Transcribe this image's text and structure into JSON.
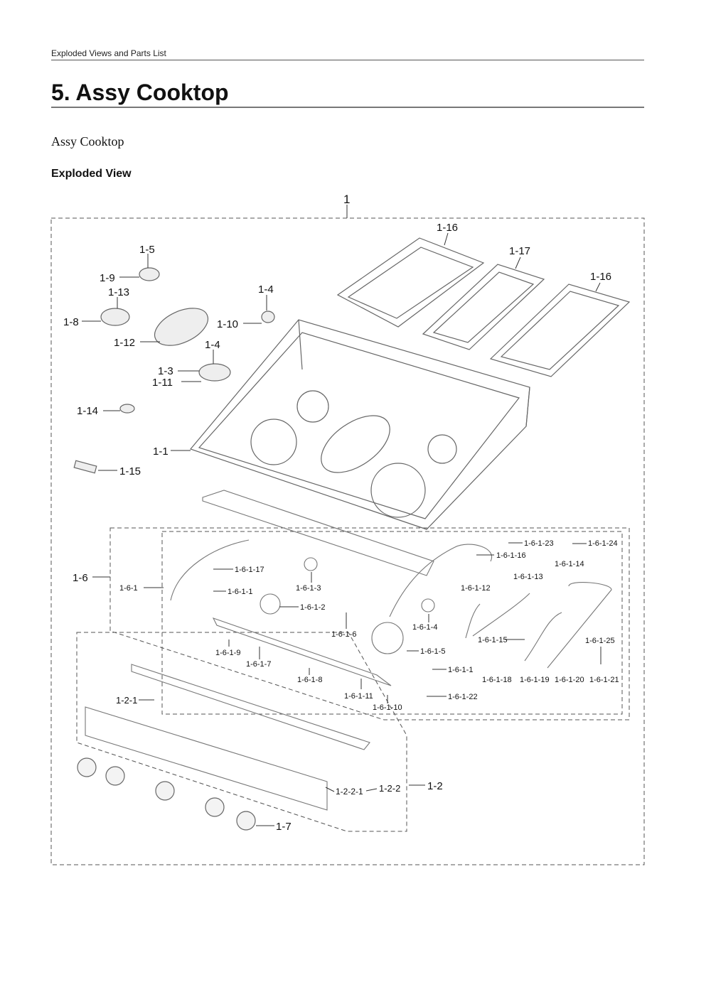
{
  "header": {
    "section": "Exploded Views and Parts List"
  },
  "page_title": "5.  Assy Cooktop",
  "subtitle": "Assy Cooktop",
  "section_heading": "Exploded View",
  "diagram": {
    "labels": [
      {
        "id": "l-1",
        "text": "1"
      },
      {
        "id": "l-1-16a",
        "text": "1-16"
      },
      {
        "id": "l-1-17",
        "text": "1-17"
      },
      {
        "id": "l-1-16b",
        "text": "1-16"
      },
      {
        "id": "l-1-5",
        "text": "1-5"
      },
      {
        "id": "l-1-9",
        "text": "1-9"
      },
      {
        "id": "l-1-13",
        "text": "1-13"
      },
      {
        "id": "l-1-8",
        "text": "1-8"
      },
      {
        "id": "l-1-4a",
        "text": "1-4"
      },
      {
        "id": "l-1-10",
        "text": "1-10"
      },
      {
        "id": "l-1-12",
        "text": "1-12"
      },
      {
        "id": "l-1-4b",
        "text": "1-4"
      },
      {
        "id": "l-1-3",
        "text": "1-3"
      },
      {
        "id": "l-1-11",
        "text": "1-11"
      },
      {
        "id": "l-1-14",
        "text": "1-14"
      },
      {
        "id": "l-1-1",
        "text": "1-1"
      },
      {
        "id": "l-1-15",
        "text": "1-15"
      },
      {
        "id": "l-1-6",
        "text": "1-6"
      },
      {
        "id": "l-1-6-1",
        "text": "1-6-1"
      },
      {
        "id": "l-1-6-1-17",
        "text": "1-6-1-17"
      },
      {
        "id": "l-1-6-1-1a",
        "text": "1-6-1-1"
      },
      {
        "id": "l-1-6-1-3",
        "text": "1-6-1-3"
      },
      {
        "id": "l-1-6-1-2",
        "text": "1-6-1-2"
      },
      {
        "id": "l-1-6-1-6",
        "text": "1-6-1-6"
      },
      {
        "id": "l-1-6-1-23",
        "text": "1-6-1-23"
      },
      {
        "id": "l-1-6-1-24",
        "text": "1-6-1-24"
      },
      {
        "id": "l-1-6-1-16",
        "text": "1-6-1-16"
      },
      {
        "id": "l-1-6-1-14",
        "text": "1-6-1-14"
      },
      {
        "id": "l-1-6-1-13",
        "text": "1-6-1-13"
      },
      {
        "id": "l-1-6-1-12",
        "text": "1-6-1-12"
      },
      {
        "id": "l-1-6-1-4",
        "text": "1-6-1-4"
      },
      {
        "id": "l-1-6-1-5",
        "text": "1-6-1-5"
      },
      {
        "id": "l-1-6-1-15",
        "text": "1-6-1-15"
      },
      {
        "id": "l-1-6-1-25",
        "text": "1-6-1-25"
      },
      {
        "id": "l-1-6-1-9",
        "text": "1-6-1-9"
      },
      {
        "id": "l-1-6-1-7",
        "text": "1-6-1-7"
      },
      {
        "id": "l-1-6-1-8",
        "text": "1-6-1-8"
      },
      {
        "id": "l-1-6-1-1b",
        "text": "1-6-1-1"
      },
      {
        "id": "l-1-6-1-18",
        "text": "1-6-1-18"
      },
      {
        "id": "l-1-6-1-19",
        "text": "1-6-1-19"
      },
      {
        "id": "l-1-6-1-20",
        "text": "1-6-1-20"
      },
      {
        "id": "l-1-6-1-21",
        "text": "1-6-1-21"
      },
      {
        "id": "l-1-6-1-22",
        "text": "1-6-1-22"
      },
      {
        "id": "l-1-6-1-11",
        "text": "1-6-1-11"
      },
      {
        "id": "l-1-6-1-10",
        "text": "1-6-1-10"
      },
      {
        "id": "l-1-2-1",
        "text": "1-2-1"
      },
      {
        "id": "l-1-2-2-1",
        "text": "1-2-2-1"
      },
      {
        "id": "l-1-2-2",
        "text": "1-2-2"
      },
      {
        "id": "l-1-2",
        "text": "1-2"
      },
      {
        "id": "l-1-7",
        "text": "1-7"
      }
    ]
  }
}
